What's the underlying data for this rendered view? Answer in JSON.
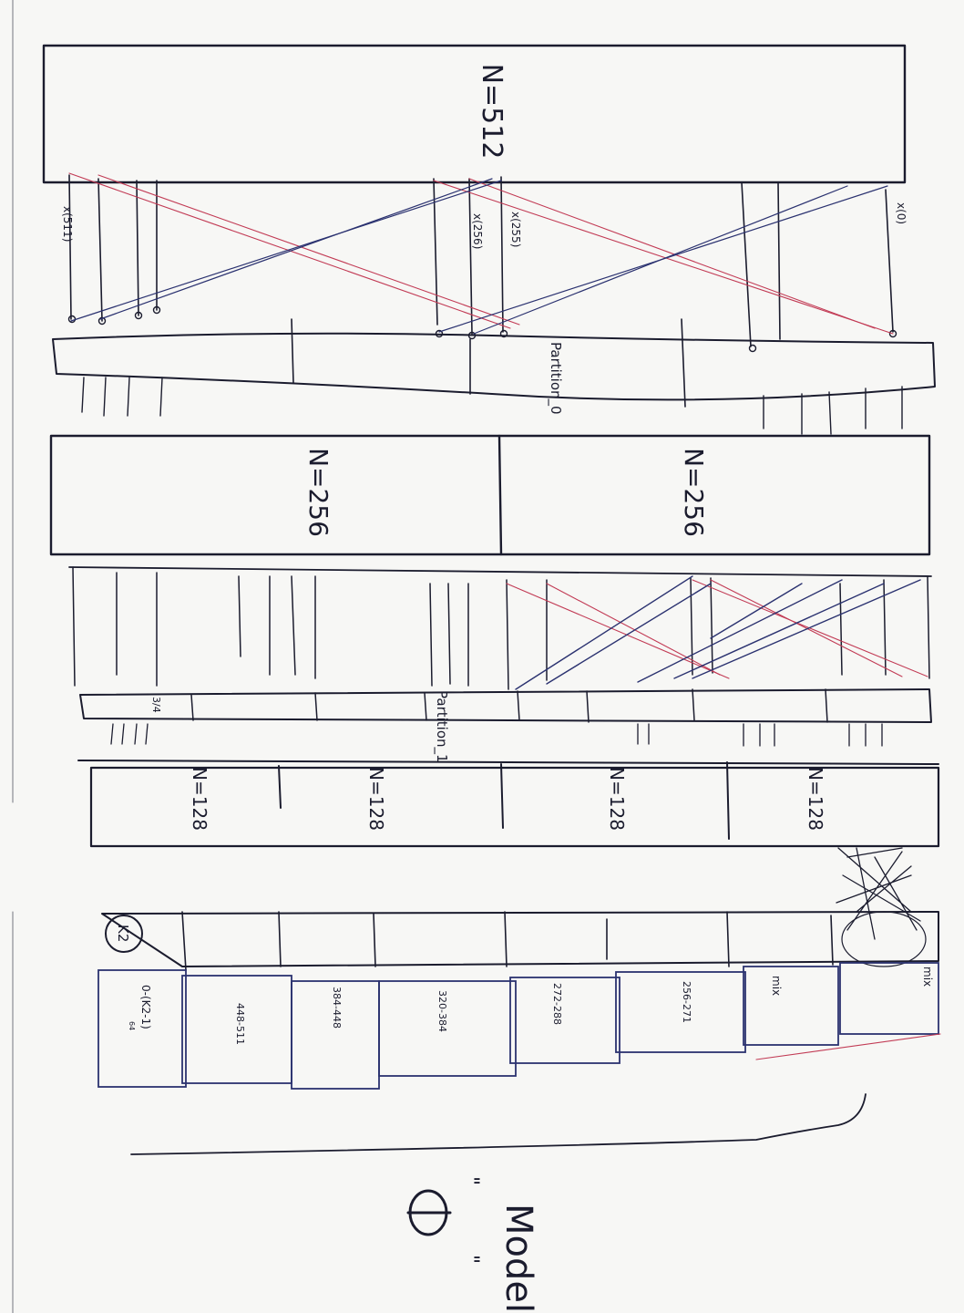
{
  "stage0": {
    "block_label": "N=512",
    "label_top_right": "x(0)",
    "label_mid_a": "x(255)",
    "label_mid_b": "x(256)",
    "label_left": "x(511)",
    "partition_label": "Partition_0"
  },
  "stage1": {
    "block_left": "N=256",
    "block_right": "N=256",
    "partition_label": "Partition_1",
    "small_label": "3/4"
  },
  "stage2": {
    "labels": [
      "N=128",
      "N=128",
      "N=128",
      "N=128"
    ]
  },
  "stage3": {
    "circle_label": "K2",
    "final_labels": [
      "0-(K2-1)",
      "mix",
      "mix",
      "256-271",
      "272-288",
      "320-384",
      "384-448",
      "448-511"
    ],
    "sublabel": "64"
  },
  "footer": {
    "title": "Model",
    "quote_left": "\"",
    "quote_right": "\""
  },
  "colors": {
    "ink": "#1b1c2e",
    "blue_ink": "#2b3270",
    "red_ink": "#c23b55",
    "paper": "#f7f7f5"
  }
}
